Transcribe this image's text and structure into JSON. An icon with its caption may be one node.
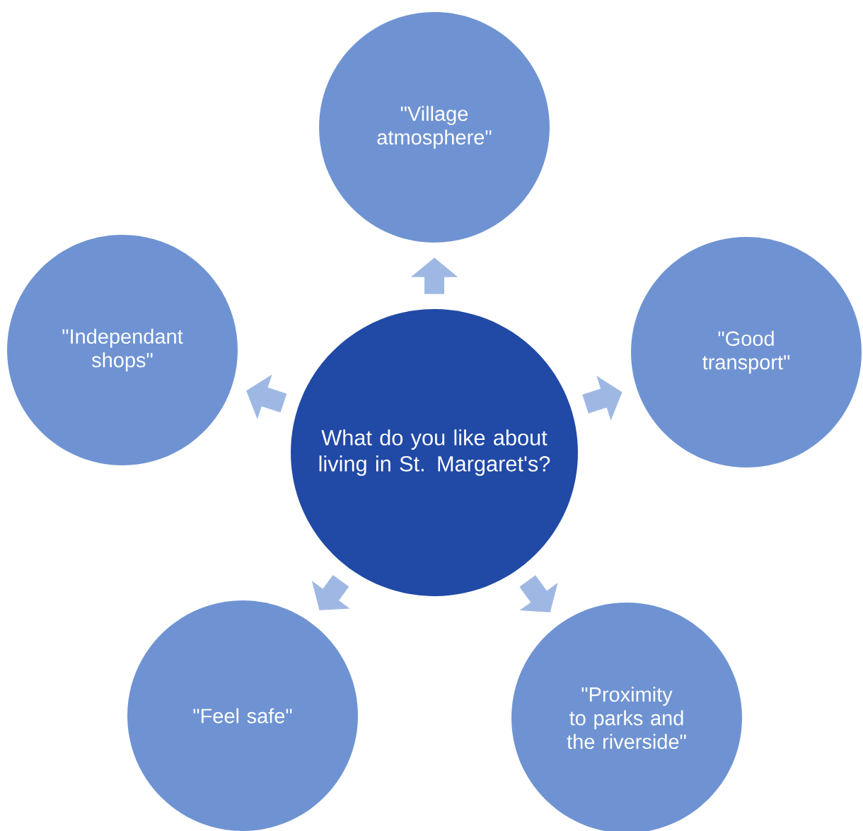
{
  "diagram": {
    "nodes": [
      {
        "text": [
          "What do you like about living in St. Margaret's?"
        ]
      },
      {
        "text": [
          "\"Village atmosphere\""
        ]
      },
      {
        "text": [
          "\"Good transport\""
        ]
      },
      {
        "text": [
          "\"Proximity to parks and the riverside\""
        ]
      },
      {
        "text": [
          "\"Feel safe\""
        ]
      },
      {
        "text": [
          "\"Independant shops\""
        ]
      }
    ],
    "edges": [
      {
        "from": 0,
        "to": 1,
        "arrow": "to"
      },
      {
        "from": 0,
        "to": 2,
        "arrow": "to"
      },
      {
        "from": 0,
        "to": 3,
        "arrow": "to"
      },
      {
        "from": 0,
        "to": 4,
        "arrow": "to"
      },
      {
        "from": 0,
        "to": 5,
        "arrow": "to"
      }
    ]
  }
}
